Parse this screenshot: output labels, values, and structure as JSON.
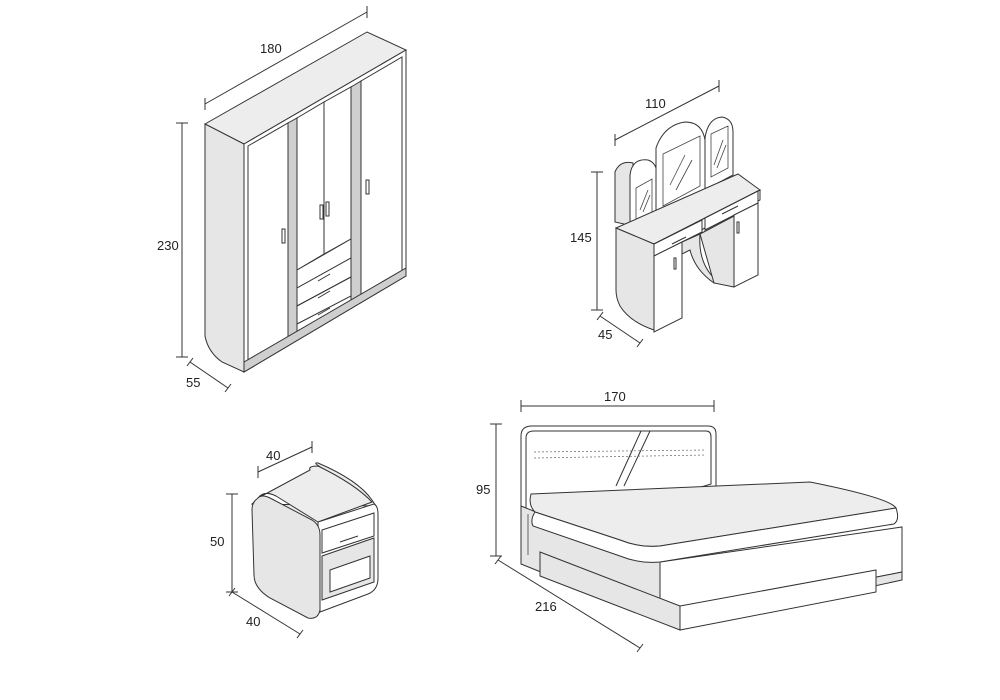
{
  "colors": {
    "line": "#333333",
    "side_fill": "#e6e6e6",
    "top_fill": "#ededed",
    "front_fill": "#ffffff"
  },
  "wardrobe": {
    "width": "180",
    "height": "230",
    "depth": "55"
  },
  "dressing_table": {
    "width": "110",
    "height": "145",
    "depth": "45"
  },
  "nightstand": {
    "width": "40",
    "height": "50",
    "depth": "40"
  },
  "bed": {
    "width": "170",
    "height": "95",
    "length": "216"
  }
}
